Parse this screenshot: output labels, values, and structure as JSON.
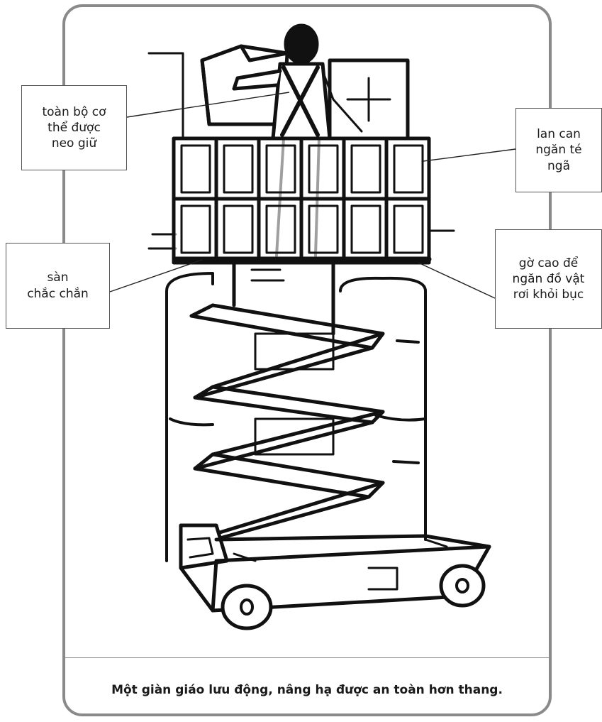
{
  "callouts": {
    "full_body_anchor": "toàn bộ cơ\nthể được\nneo giữ",
    "fall_guardrail": "lan can\nngăn té\nngã",
    "solid_floor": "sàn\nchắc chắn",
    "toe_board": "gờ cao để\nngăn đồ vật\nrơi khỏi bục"
  },
  "caption": "Một giàn giáo lưu động, nâng hạ được an toàn hơn thang.",
  "colors": {
    "frame": "#8a8a8a",
    "ink": "#111111",
    "text": "#1a1a1a"
  }
}
